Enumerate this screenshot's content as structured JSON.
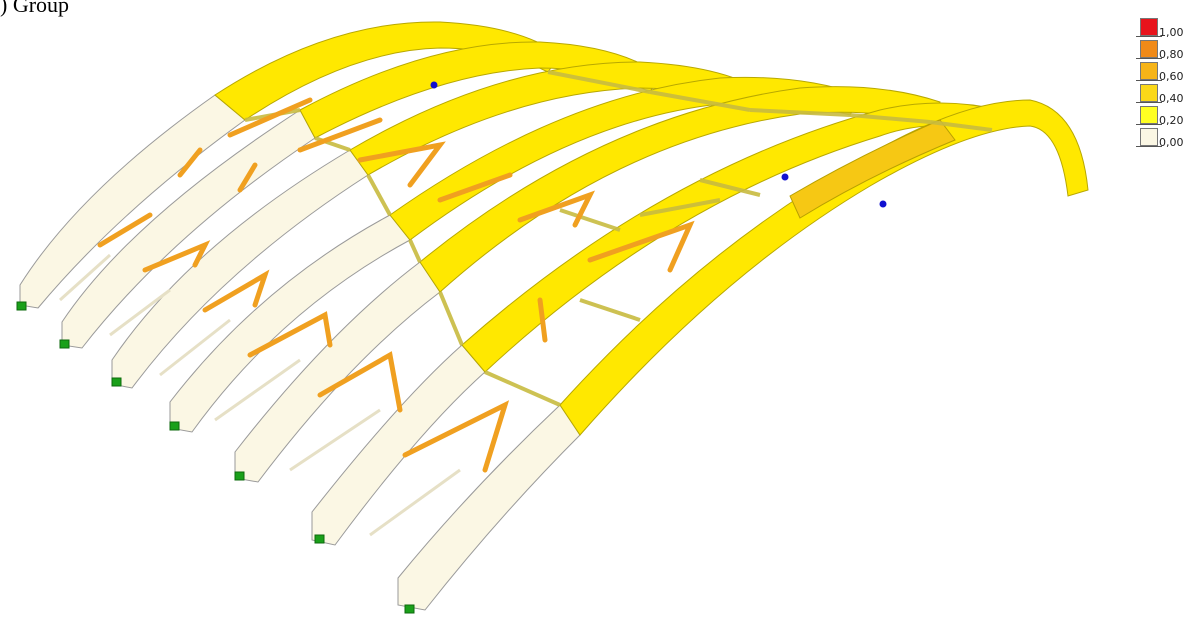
{
  "caption": ") Group",
  "colors": {
    "beam_high": "#ffe800",
    "beam_low": "#fbf7e4",
    "brace": "#f0a020",
    "support": "#1aa01a",
    "marker": "#1010d0"
  },
  "legend": {
    "items": [
      {
        "label": "1,00",
        "color": "#e8141c"
      },
      {
        "label": "0,80",
        "color": "#f08a18"
      },
      {
        "label": "0,60",
        "color": "#f6b418"
      },
      {
        "label": "0,40",
        "color": "#fbd818"
      },
      {
        "label": "0,20",
        "color": "#ffff22"
      },
      {
        "label": "0,00",
        "color": "#fbf7e4"
      }
    ]
  }
}
